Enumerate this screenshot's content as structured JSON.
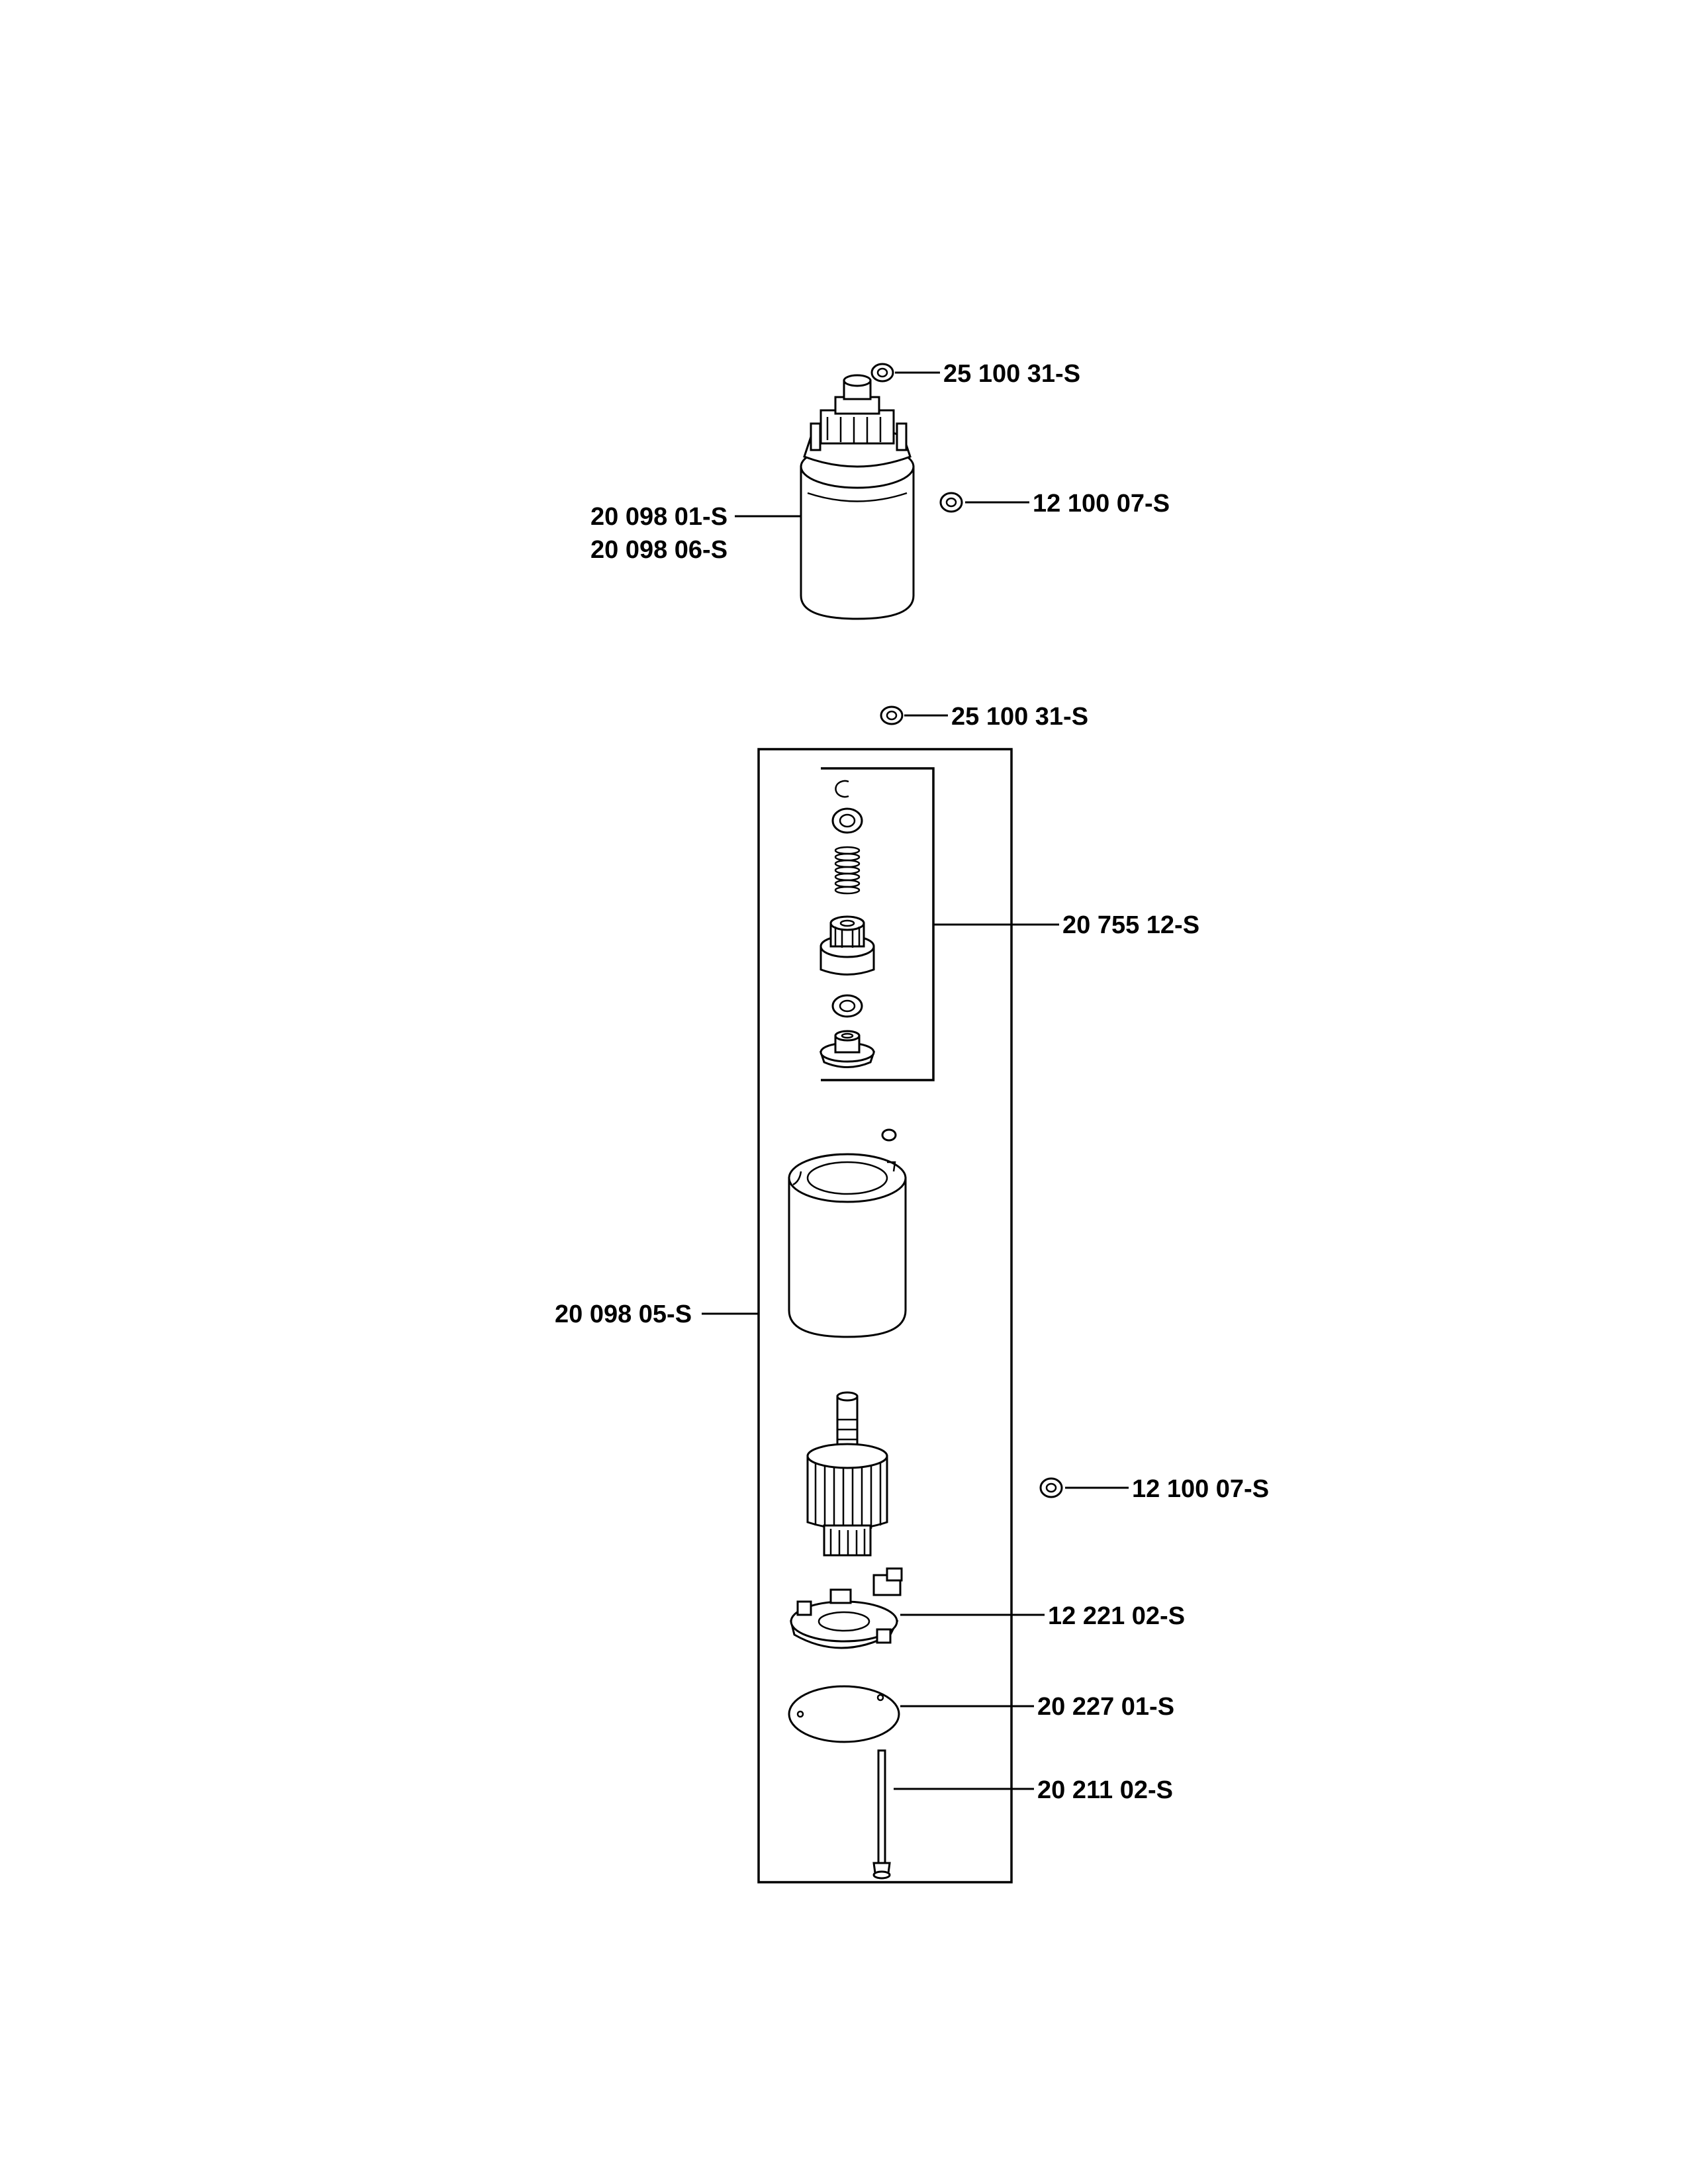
{
  "callouts": {
    "nut_top": "25 100 31-S",
    "washer_top": "12 100 07-S",
    "starter_a": "20 098 01-S",
    "starter_b": "20 098 06-S",
    "nut_mid": "25 100 31-S",
    "drive_kit": "20 755 12-S",
    "motor_kit": "20 098 05-S",
    "washer_mid": "12 100 07-S",
    "brush_holder": "12 221 02-S",
    "gasket": "20 227 01-S",
    "bolt": "20 211 02-S"
  }
}
